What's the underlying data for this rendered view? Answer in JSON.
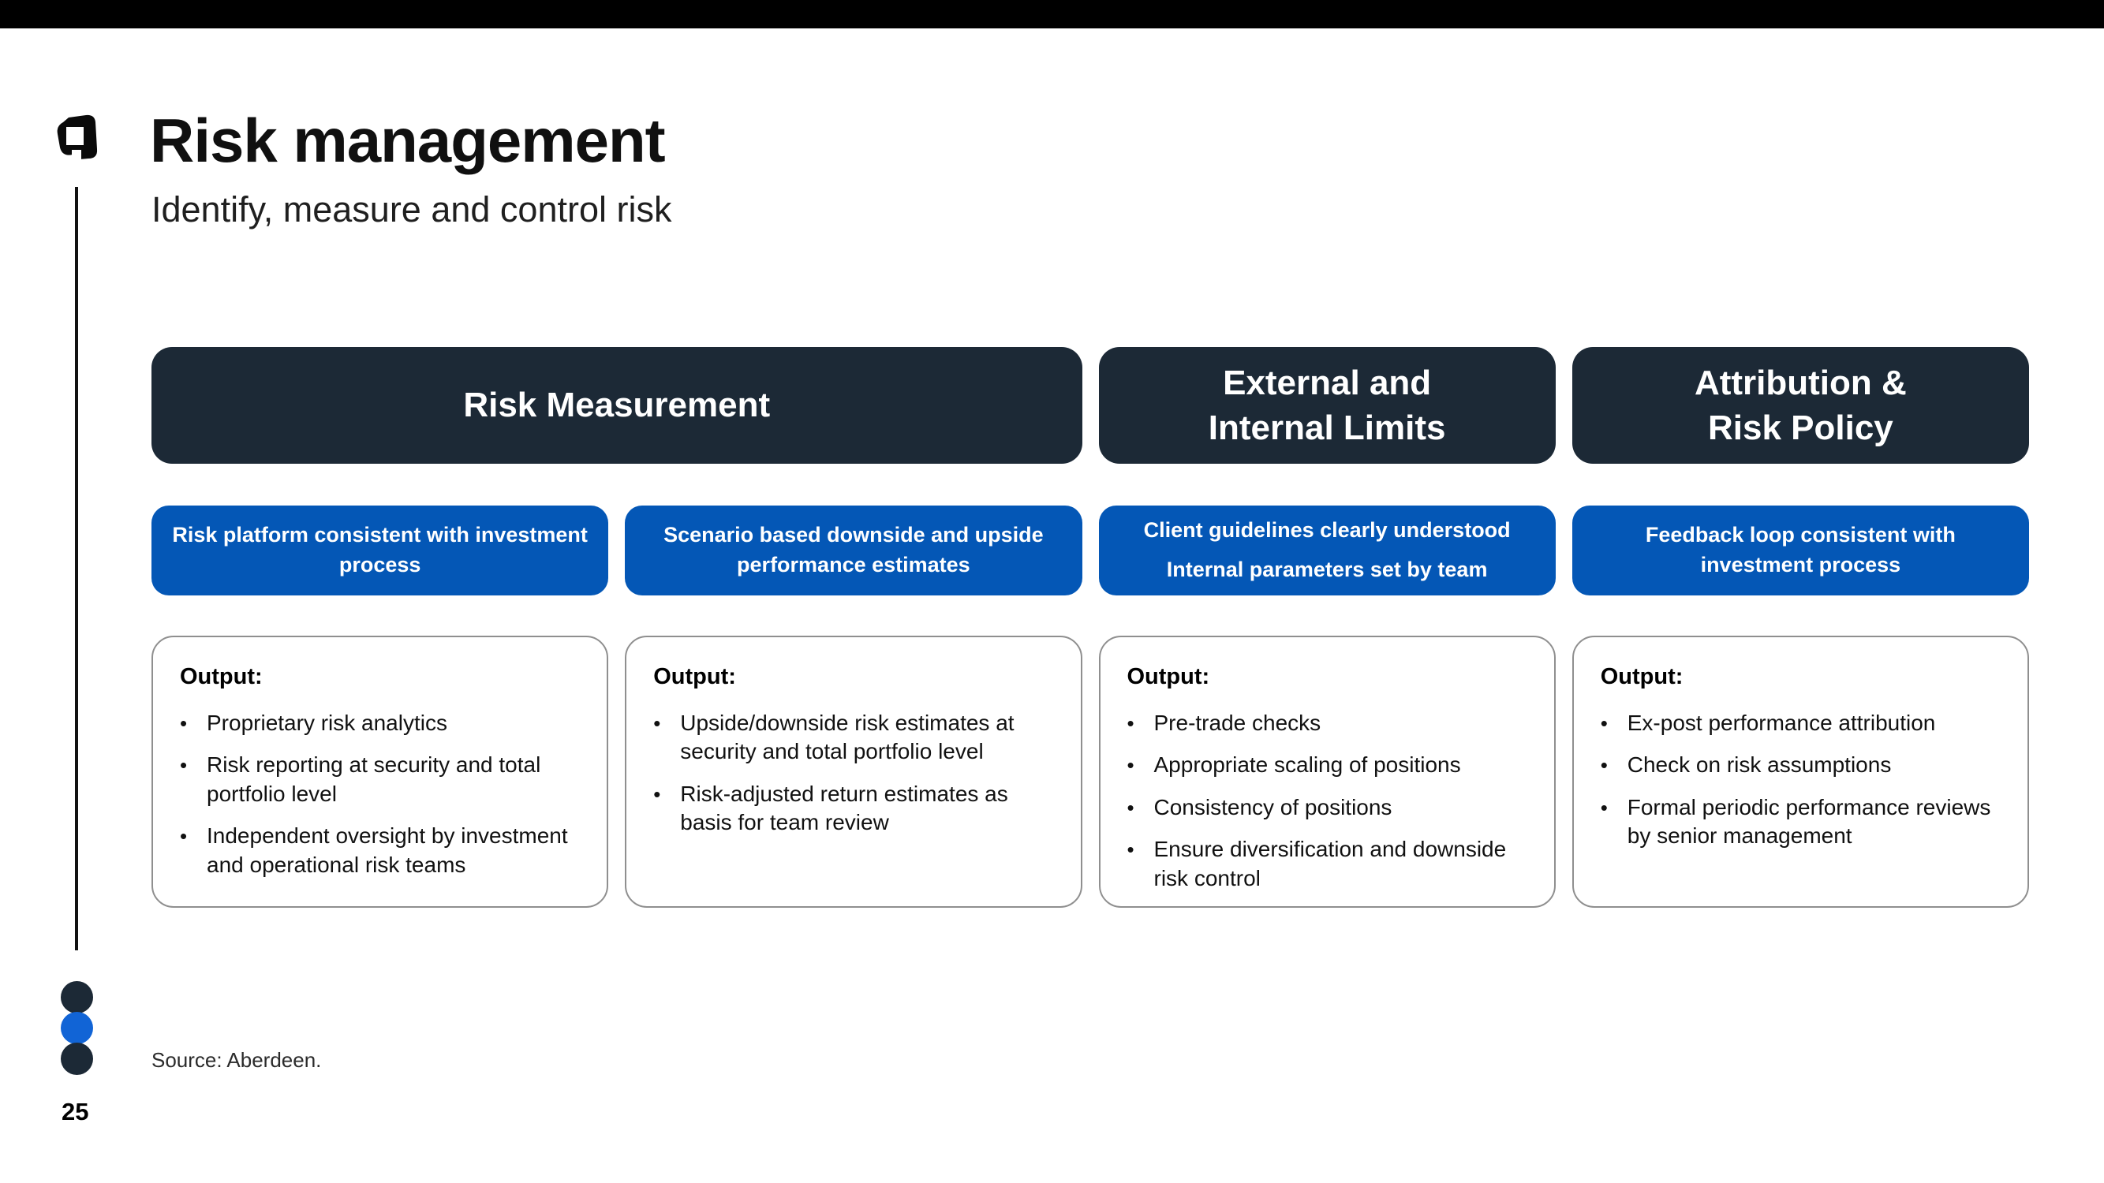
{
  "page": {
    "title": "Risk management",
    "subtitle": "Identify, measure and control risk",
    "source": "Source: Aberdeen.",
    "page_number": "25"
  },
  "colors": {
    "navy_header": "#1C2936",
    "brand_blue": "#0457B6",
    "dot_blue": "#1164D6",
    "topbar_black": "#000000",
    "card_border_gray": "#8f8f8f"
  },
  "icons": {
    "logo": "aberdeen-a-mark"
  },
  "headers": [
    {
      "lines": [
        "Risk Measurement"
      ]
    },
    {
      "lines": [
        "External and",
        "Internal Limits"
      ]
    },
    {
      "lines": [
        "Attribution &",
        "Risk Policy"
      ]
    }
  ],
  "highlights": [
    {
      "lines": [
        "Risk platform consistent with investment",
        "process"
      ]
    },
    {
      "lines": [
        "Scenario based downside and upside",
        "performance estimates"
      ]
    },
    {
      "lines": [
        "Client guidelines clearly understood",
        "Internal parameters set by team"
      ]
    },
    {
      "lines": [
        "Feedback loop consistent with",
        "investment process"
      ]
    }
  ],
  "outputs": [
    {
      "label": "Output:",
      "items": [
        "Proprietary risk analytics",
        "Risk reporting at security and total portfolio level",
        "Independent oversight by investment and operational risk teams"
      ]
    },
    {
      "label": "Output:",
      "items": [
        "Upside/downside risk estimates at security and total portfolio level",
        "Risk-adjusted return estimates as basis for team review"
      ]
    },
    {
      "label": "Output:",
      "items": [
        "Pre-trade checks",
        "Appropriate scaling of positions",
        "Consistency of positions",
        "Ensure diversification and downside risk control"
      ]
    },
    {
      "label": "Output:",
      "items": [
        "Ex-post performance attribution",
        "Check on risk assumptions",
        "Formal periodic performance reviews by senior management"
      ]
    }
  ]
}
